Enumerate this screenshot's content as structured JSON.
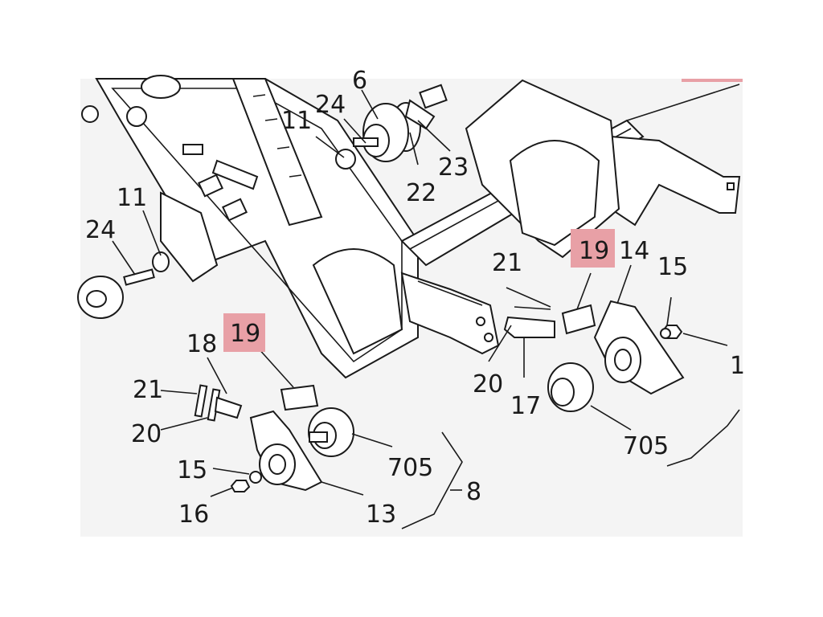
{
  "diagram": {
    "callouts": [
      {
        "id": "c-11a",
        "text": "11"
      },
      {
        "id": "c-24a",
        "text": "24"
      },
      {
        "id": "c-6",
        "text": "6"
      },
      {
        "id": "c-23",
        "text": "23"
      },
      {
        "id": "c-22",
        "text": "22"
      },
      {
        "id": "c-11b",
        "text": "11"
      },
      {
        "id": "c-24b",
        "text": "24"
      },
      {
        "id": "c-21a",
        "text": "21"
      },
      {
        "id": "c-19a",
        "text": "19",
        "highlight": true
      },
      {
        "id": "c-14",
        "text": "14"
      },
      {
        "id": "c-15a",
        "text": "15"
      },
      {
        "id": "c-1",
        "text": "1"
      },
      {
        "id": "c-20a",
        "text": "20"
      },
      {
        "id": "c-17",
        "text": "17"
      },
      {
        "id": "c-705a",
        "text": "705"
      },
      {
        "id": "c-19b",
        "text": "19",
        "highlight": true
      },
      {
        "id": "c-18",
        "text": "18"
      },
      {
        "id": "c-21b",
        "text": "21"
      },
      {
        "id": "c-20b",
        "text": "20"
      },
      {
        "id": "c-705b",
        "text": "705"
      },
      {
        "id": "c-8",
        "text": "8"
      },
      {
        "id": "c-15b",
        "text": "15"
      },
      {
        "id": "c-16",
        "text": "16"
      },
      {
        "id": "c-13",
        "text": "13"
      }
    ],
    "colors": {
      "highlight": "#e8a0a6",
      "line": "#1a1a1a",
      "background": "#f4f4f4"
    }
  }
}
